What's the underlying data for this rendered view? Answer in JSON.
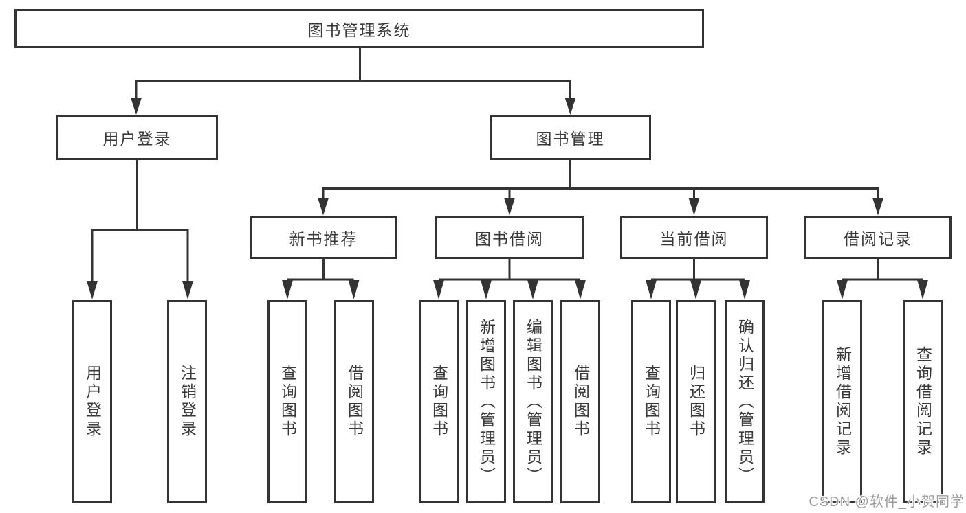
{
  "diagram": {
    "root": {
      "label": "图书管理系统"
    },
    "level2": [
      {
        "label": "用户登录"
      },
      {
        "label": "图书管理"
      }
    ],
    "level3": [
      {
        "label": "新书推荐"
      },
      {
        "label": "图书借阅"
      },
      {
        "label": "当前借阅"
      },
      {
        "label": "借阅记录"
      }
    ],
    "leaves": [
      {
        "label": "用户登录"
      },
      {
        "label": "注销登录"
      },
      {
        "label": "查询图书"
      },
      {
        "label": "借阅图书"
      },
      {
        "label": "查询图书"
      },
      {
        "label": "新增图书（管理员）"
      },
      {
        "label": "编辑图书（管理员）"
      },
      {
        "label": "借阅图书"
      },
      {
        "label": "查询图书"
      },
      {
        "label": "归还图书"
      },
      {
        "label": "确认归还（管理员）"
      },
      {
        "label": "新增借阅记录"
      },
      {
        "label": "查询借阅记录"
      }
    ]
  },
  "watermark": {
    "text": "CSDN @软件_小贺同学"
  },
  "colors": {
    "line": "#333333",
    "box_border": "#333333",
    "box_fill": "#ffffff",
    "text": "#3a3a3a",
    "watermark": "#9c9c9c",
    "background": "#ffffff"
  }
}
